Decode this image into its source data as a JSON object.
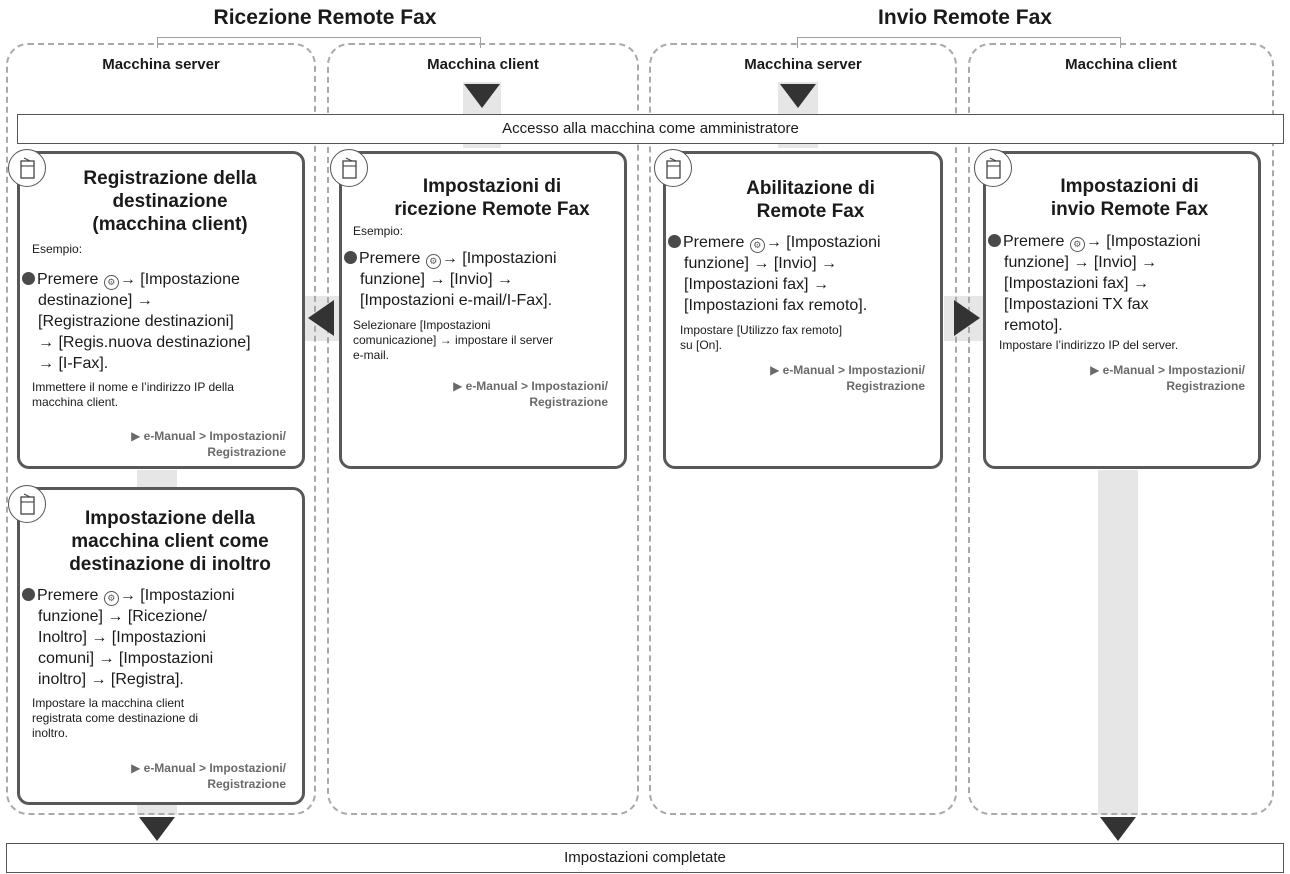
{
  "groups": [
    {
      "title": "Ricezione Remote Fax"
    },
    {
      "title": "Invio Remote Fax"
    }
  ],
  "columns": [
    {
      "title": "Macchina server"
    },
    {
      "title": "Macchina client"
    },
    {
      "title": "Macchina server"
    },
    {
      "title": "Macchina client"
    }
  ],
  "admin_bar": "Accesso alla macchina come amministratore",
  "completed_bar": "Impostazioni completate",
  "cards": [
    {
      "title": [
        "Registrazione della",
        "destinazione",
        "(macchina client)"
      ],
      "example": "Esempio:",
      "step_prefix": "Premere",
      "step_lines": [
        "→ [Impostazione",
        "destinazione] →",
        "[Registrazione destinazioni]",
        "→ [Regis.nuova destinazione]",
        "→ [I-Fax]."
      ],
      "note_lines": [
        "Immettere il nome e l’indirizzo IP della",
        "macchina client."
      ],
      "ref_lines": [
        "▶ e-Manual > Impostazioni/",
        "Registrazione"
      ]
    },
    {
      "title": [
        "Impostazione della",
        "macchina client come",
        "destinazione di inoltro"
      ],
      "example": "",
      "step_prefix": "Premere",
      "step_lines": [
        "→ [Impostazioni",
        "funzione] → [Ricezione/",
        "Inoltro] → [Impostazioni",
        "comuni] → [Impostazioni",
        "inoltro] → [Registra]."
      ],
      "note_lines": [
        "Impostare la macchina client",
        "registrata come destinazione di",
        "inoltro."
      ],
      "ref_lines": [
        "▶ e-Manual > Impostazioni/",
        "Registrazione"
      ]
    },
    {
      "title": [
        "Impostazioni di",
        "ricezione Remote Fax"
      ],
      "example": "Esempio:",
      "step_prefix": "Premere",
      "step_lines": [
        "→ [Impostazioni",
        "funzione] → [Invio] →",
        "[Impostazioni e-mail/I-Fax]."
      ],
      "note_lines": [
        "Selezionare [Impostazioni",
        "comunicazione] → impostare il server",
        "e-mail."
      ],
      "ref_lines": [
        "▶ e-Manual > Impostazioni/",
        "Registrazione"
      ]
    },
    {
      "title": [
        "Abilitazione di",
        "Remote Fax"
      ],
      "example": "",
      "step_prefix": "Premere",
      "step_lines": [
        "→ [Impostazioni",
        "funzione] → [Invio] →",
        "[Impostazioni fax] →",
        "[Impostazioni fax remoto]."
      ],
      "note_lines": [
        "Impostare [Utilizzo fax remoto]",
        "su [On]."
      ],
      "ref_lines": [
        "▶ e-Manual > Impostazioni/",
        "Registrazione"
      ]
    },
    {
      "title": [
        "Impostazioni di",
        "invio Remote Fax"
      ],
      "example": "",
      "step_prefix": "Premere",
      "step_lines": [
        "→ [Impostazioni",
        "funzione] → [Invio] →",
        "[Impostazioni fax] →",
        "[Impostazioni TX fax",
        "remoto]."
      ],
      "note_lines": [
        "Impostare l’indirizzo IP del server."
      ],
      "ref_lines": [
        "▶ e-Manual > Impostazioni/",
        "Registrazione"
      ]
    }
  ]
}
